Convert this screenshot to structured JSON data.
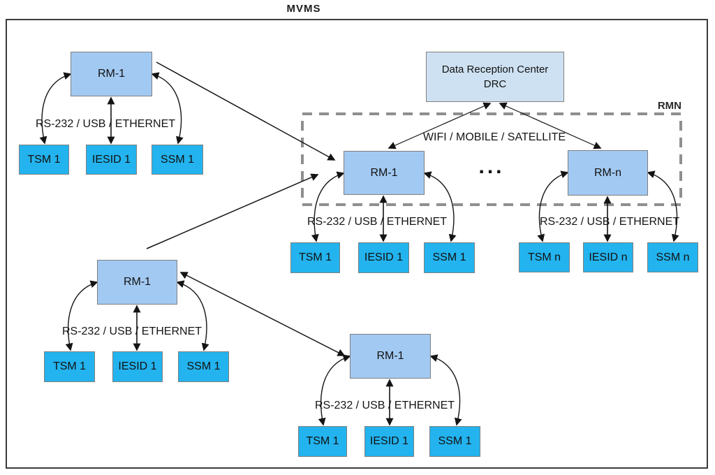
{
  "title": "MVMS",
  "network": {
    "drc_line1": "Data Reception Center",
    "drc_line2": "DRC",
    "rmn": "RMN",
    "wifi": "WIFI / MOBILE / SATELLITE",
    "serial": "RS-232 / USB / ETHERNET",
    "ellipsis": "..."
  },
  "clusters": [
    {
      "id": "top-left",
      "rm": "RM-1",
      "modules": [
        "TSM 1",
        "IESID 1",
        "SSM 1"
      ]
    },
    {
      "id": "mid-left",
      "rm": "RM-1",
      "modules": [
        "TSM 1",
        "IESID 1",
        "SSM 1"
      ]
    },
    {
      "id": "bottom-center",
      "rm": "RM-1",
      "modules": [
        "TSM 1",
        "IESID 1",
        "SSM 1"
      ]
    },
    {
      "id": "rmn-rm-1",
      "rm": "RM-1",
      "modules": [
        "TSM 1",
        "IESID 1",
        "SSM 1"
      ]
    },
    {
      "id": "rmn-rm-n",
      "rm": "RM-n",
      "modules": [
        "TSM n",
        "IESID n",
        "SSM n"
      ]
    }
  ],
  "colors": {
    "rm_fill": "#a2c9f2",
    "drc_fill": "#cee1f2",
    "module_fill": "#23b3ee",
    "box_border": "#7f7f7f",
    "frame_border": "#3b3b3b",
    "dashed_border": "#8f8f8f",
    "arrow": "#141414",
    "text": "#111111"
  }
}
